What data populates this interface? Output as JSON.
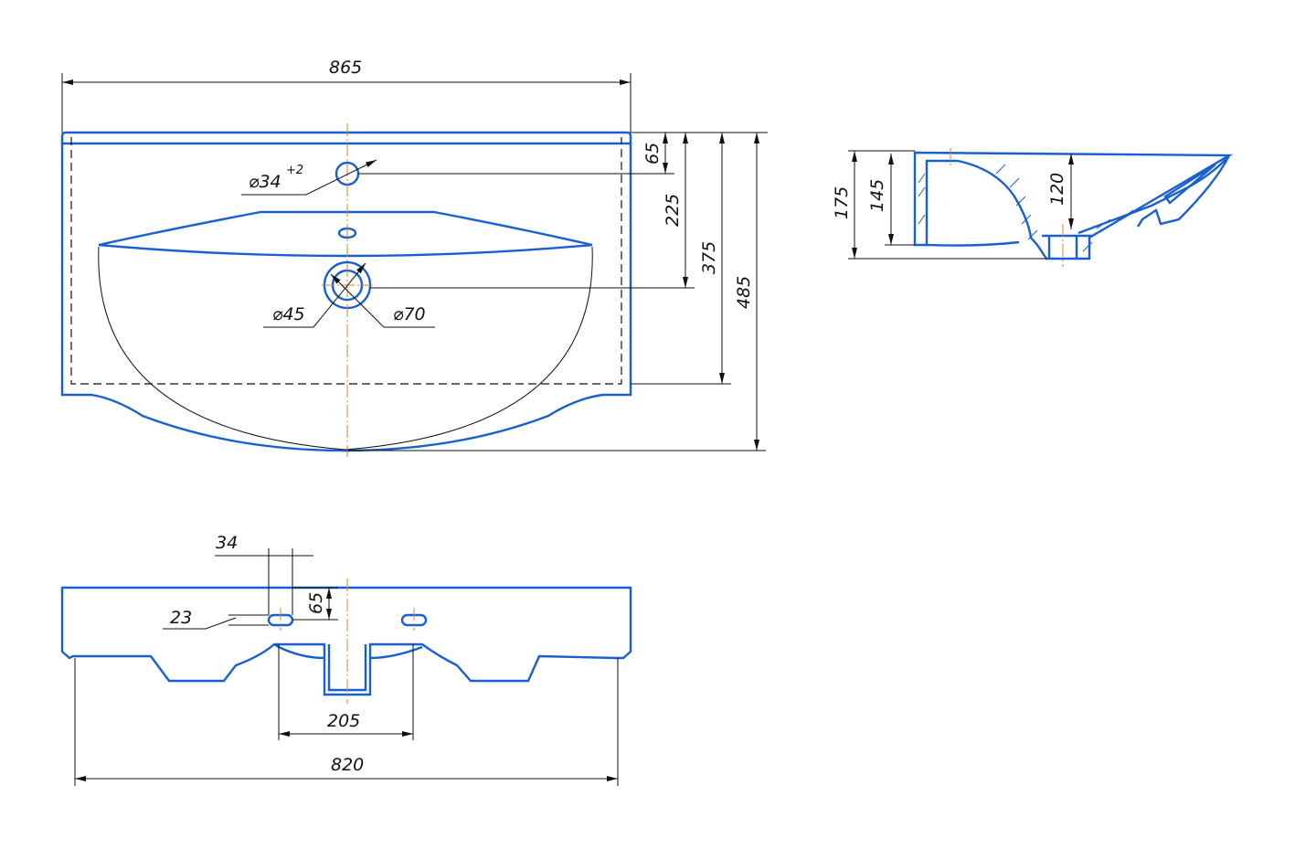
{
  "title": "Washbasin technical drawing",
  "top_view": {
    "width": "865",
    "dim_tap": "65",
    "dim_drain": "225",
    "dim_depth": "375",
    "dim_total": "485",
    "tap_hole": "⌀34",
    "tap_tol": "+2",
    "drain_inner": "⌀45",
    "drain_outer": "⌀70"
  },
  "side_view": {
    "height_total": "175",
    "height_body": "145",
    "bowl_depth": "120"
  },
  "front_view": {
    "slot_width": "34",
    "slot_offset": "65",
    "slot_dim": "23",
    "drain_width": "205",
    "base_width": "820"
  },
  "colors": {
    "outline": "#1a5fd0",
    "centerline": "#d08a2a",
    "dimension": "#111111"
  }
}
